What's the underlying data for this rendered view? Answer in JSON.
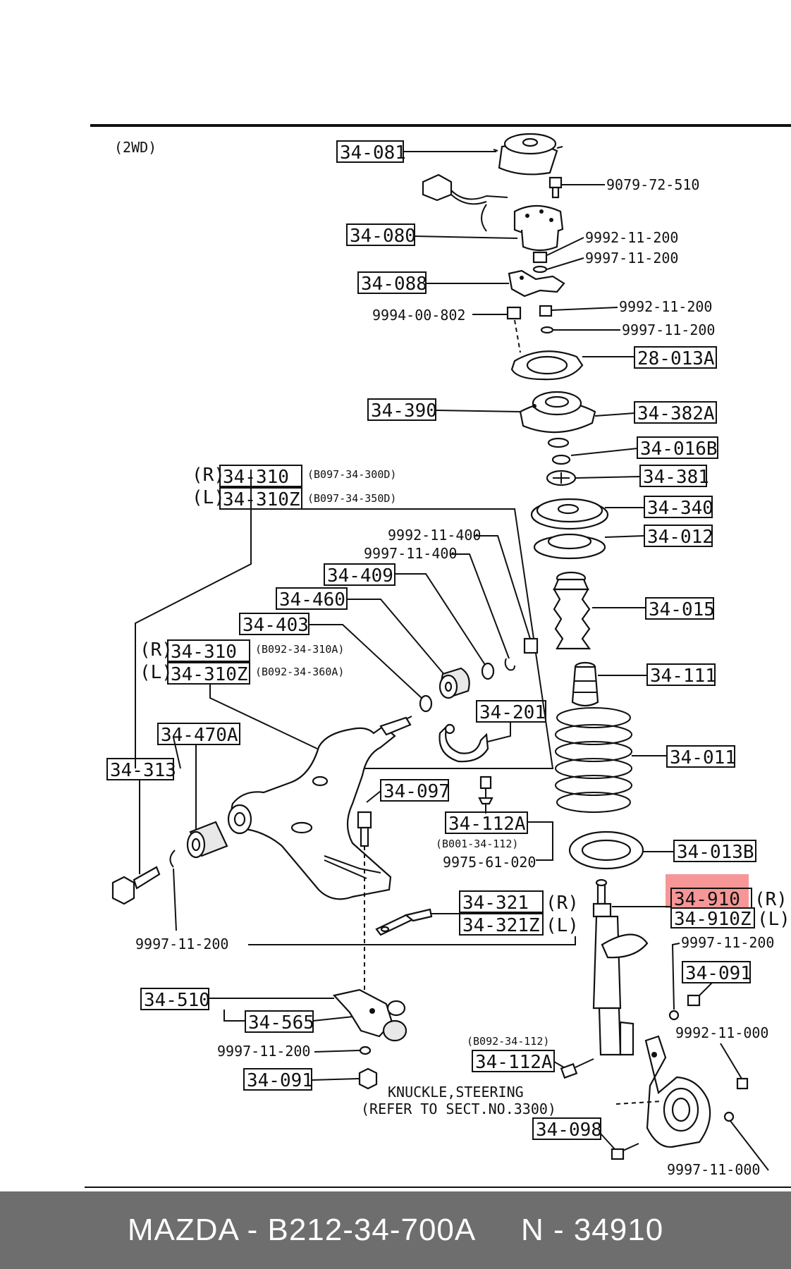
{
  "diagram": {
    "variant": "(2WD)",
    "labels": {
      "l34081": "34-081",
      "l34080": "34-080",
      "l34088": "34-088",
      "l28013A": "28-013A",
      "l34390": "34-390",
      "l34382A": "34-382A",
      "l34016B": "34-016B",
      "l34381": "34-381",
      "l34340": "34-340",
      "l34012": "34-012",
      "l34015": "34-015",
      "l34111": "34-111",
      "l34011": "34-011",
      "l34013B": "34-013B",
      "l34910": "34-910",
      "l34910Z": "34-910Z",
      "l34091a": "34-091",
      "l34112Aa": "34-112A",
      "l34098": "34-098",
      "l34091b": "34-091",
      "l34510": "34-510",
      "l34565": "34-565",
      "l34321": "34-321",
      "l34321Z": "34-321Z",
      "l34112Ab": "34-112A",
      "l34097": "34-097",
      "l34201": "34-201",
      "l34313": "34-313",
      "l34470A": "34-470A",
      "l34310b": "34-310",
      "l34310Zb": "34-310Z",
      "l34403": "34-403",
      "l34460": "34-460",
      "l34409": "34-409",
      "l34310a": "34-310",
      "l34310Za": "34-310Z"
    },
    "codes": {
      "c9079": "9079-72-510",
      "c9992a": "9992-11-200",
      "c9997a": "9997-11-200",
      "c9992b": "9992-11-200",
      "c9997b": "9997-11-200",
      "c9994": "9994-00-802",
      "c9992_400": "9992-11-400",
      "c9997_400": "9997-11-400",
      "c9975": "9975-61-020",
      "c9997c": "9997-11-200",
      "c9997d": "9997-11-200",
      "c9992_000": "9992-11-000",
      "c9997_000": "9997-11-000",
      "c9997e": "9997-11-200"
    },
    "refs": {
      "r3000": "(B097-34-300D)",
      "r350": "(B097-34-350D)",
      "r310A": "(B092-34-310A)",
      "r360A": "(B092-34-360A)",
      "r8001": "(B001-34-112)",
      "r8092": "(B092-34-112)"
    },
    "side": {
      "R": "(R)",
      "L": "(L)"
    },
    "knuckle_line1": "KNUCKLE,STEERING",
    "knuckle_line2": "(REFER TO SECT.NO.3300)",
    "highlight_color": "#f47c7c"
  },
  "footer": {
    "text": "MAZDA - B212-34-700A     N - 34910",
    "background": "#6e6e6e"
  }
}
